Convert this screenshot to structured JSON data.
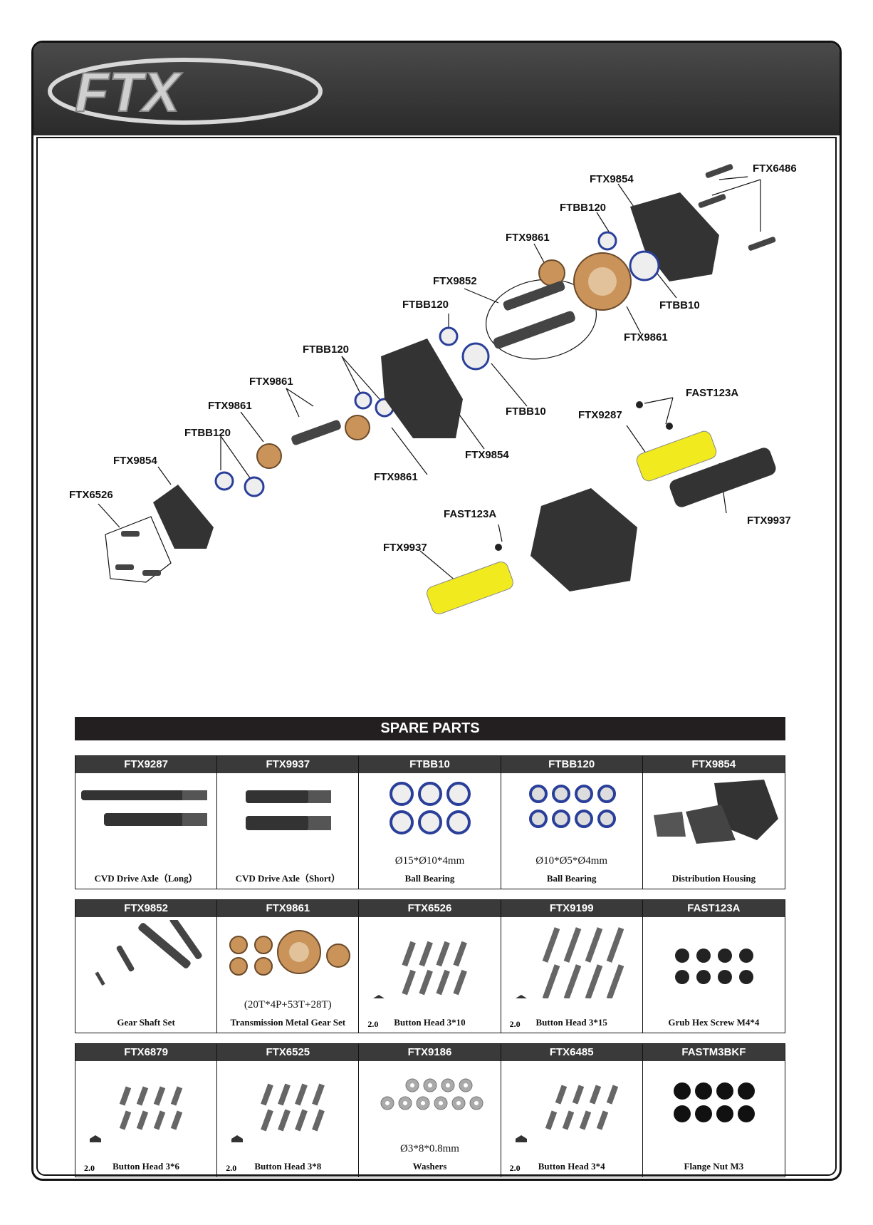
{
  "brand": {
    "logo_text": "FTX"
  },
  "callouts": {
    "c1": "FTX6486",
    "c2": "FTX9854",
    "c3": "FTBB120",
    "c4": "FTX9861",
    "c5": "FTX9852",
    "c6": "FTBB10",
    "c7": "FTX9861",
    "c8": "FTBB120",
    "c9": "FTBB120",
    "c10": "FTBB10",
    "c11": "FTX9861",
    "c12": "FAST123A",
    "c13": "FTX9861",
    "c14": "FTX9287",
    "c15": "FTBB120",
    "c16": "FTX9854",
    "c17": "FTX9854",
    "c18": "FTX9861",
    "c19": "FTX6526",
    "c20": "FAST123A",
    "c21": "FTX9937",
    "c22": "FTX9937"
  },
  "spare_parts": {
    "title": "SPARE PARTS",
    "rows": [
      [
        {
          "code": "FTX9287",
          "caption": "CVD Drive Axle（Long）",
          "spec": "",
          "hex": ""
        },
        {
          "code": "FTX9937",
          "caption": "CVD Drive Axle（Short）",
          "spec": "",
          "hex": ""
        },
        {
          "code": "FTBB10",
          "caption": "Ball Bearing",
          "spec": "Ø15*Ø10*4mm",
          "hex": ""
        },
        {
          "code": "FTBB120",
          "caption": "Ball Bearing",
          "spec": "Ø10*Ø5*Ø4mm",
          "hex": ""
        },
        {
          "code": "FTX9854",
          "caption": "Distribution Housing",
          "spec": "",
          "hex": ""
        }
      ],
      [
        {
          "code": "FTX9852",
          "caption": "Gear Shaft Set",
          "spec": "",
          "hex": ""
        },
        {
          "code": "FTX9861",
          "caption": "Transmission Metal Gear Set",
          "spec": "(20T*4P+53T+28T)",
          "hex": ""
        },
        {
          "code": "FTX6526",
          "caption": "Button Head 3*10",
          "spec": "",
          "hex": "2.0"
        },
        {
          "code": "FTX9199",
          "caption": "Button Head 3*15",
          "spec": "",
          "hex": "2.0"
        },
        {
          "code": "FAST123A",
          "caption": "Grub Hex Screw M4*4",
          "spec": "",
          "hex": ""
        }
      ],
      [
        {
          "code": "FTX6879",
          "caption": "Button Head  3*6",
          "spec": "",
          "hex": "2.0"
        },
        {
          "code": "FTX6525",
          "caption": "Button Head  3*8",
          "spec": "",
          "hex": "2.0"
        },
        {
          "code": "FTX9186",
          "caption": "Washers",
          "spec": "Ø3*8*0.8mm",
          "hex": ""
        },
        {
          "code": "FTX6485",
          "caption": "Button Head  3*4",
          "spec": "",
          "hex": "2.0"
        },
        {
          "code": "FASTM3BKF",
          "caption": "Flange Nut M3",
          "spec": "",
          "hex": ""
        }
      ]
    ]
  }
}
